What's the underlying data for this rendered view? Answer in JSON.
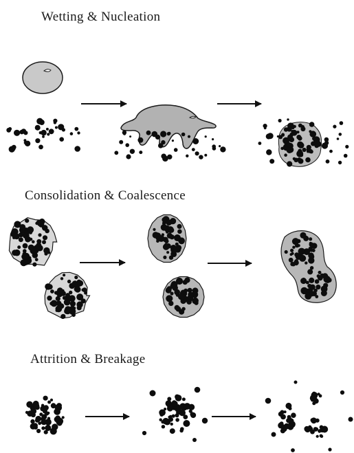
{
  "stages": [
    {
      "id": "wetting",
      "title": "Wetting & Nucleation"
    },
    {
      "id": "consolidation",
      "title": "Consolidation & Coalescence"
    },
    {
      "id": "attrition",
      "title": "Attrition & Breakage"
    }
  ],
  "colors": {
    "particle": "#0d0d0d",
    "binder": "#b7b7b7",
    "binder_light": "#d8d8d8",
    "outline": "#1a1a1a",
    "arrow": "#111111",
    "background": "#ffffff"
  }
}
